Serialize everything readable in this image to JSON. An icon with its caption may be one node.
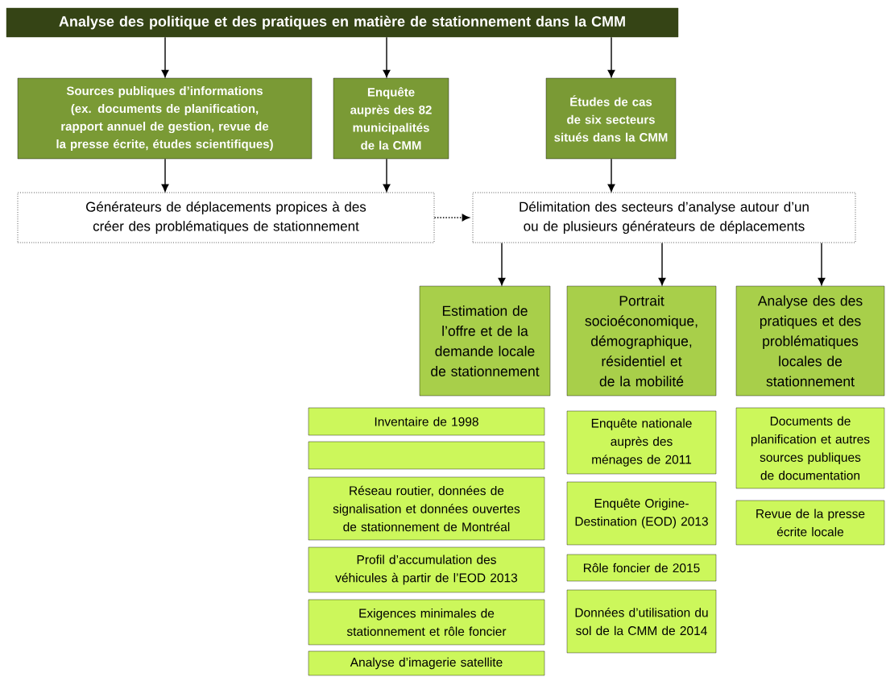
{
  "diagram": {
    "nodes": [
      {
        "text": [
          "Analyse des politique et des pratiques en matière de stationnement dans la CMM"
        ]
      },
      {
        "text": [
          "Sources publiques d’informations (ex. documents de planification, rapport annuel de gestion, revue de la presse écrite, études scientifiques)"
        ]
      },
      {
        "text": [
          "Enquête auprès des 82 municipalités de la CMM"
        ]
      },
      {
        "text": [
          "Études de cas de six secteurs situés dans la CMM"
        ]
      },
      {
        "text": [
          "Générateurs de déplacements propices à des créer des problématiques de stationnement"
        ]
      },
      {
        "text": [
          "Délimitation des secteurs d’analyse autour d’un ou de plusieurs générateurs de déplacements"
        ]
      },
      {
        "text": [
          "Estimation de l’offre et de la demande locale de stationnement"
        ]
      },
      {
        "text": [
          "Portrait socioéconomique, démographique, résidentiel et de la mobilité"
        ]
      },
      {
        "text": [
          "Analyse des des pratiques et des problématiques locales de stationnement"
        ]
      },
      {
        "text": [
          "Inventaire de 1998"
        ]
      },
      {
        "text": [],
        "shape": "box"
      },
      {
        "text": [
          "Réseau routier, données de signalisation et données ouvertes de stationnement de Montréal"
        ]
      },
      {
        "text": [
          "Profil d’accumulation des véhicules à partir de l’EOD 2013"
        ]
      },
      {
        "text": [
          "Exigences minimales de stationnement et rôle foncier"
        ]
      },
      {
        "text": [
          "Analyse d’imagerie satellite"
        ]
      },
      {
        "text": [
          "Enquête nationale auprès des ménages de 2011"
        ]
      },
      {
        "text": [
          "Enquête Origine-Destination (EOD) 2013"
        ]
      },
      {
        "text": [
          "Rôle foncier de 2015"
        ]
      },
      {
        "text": [
          "Données d’utilisation du sol de la CMM de 2014"
        ]
      },
      {
        "text": [
          "Documents de planification et autres sources publiques de documentation"
        ]
      },
      {
        "text": [
          "Revue de la presse écrite locale"
        ]
      }
    ],
    "edges": [
      {
        "from": 0,
        "to": 1,
        "arrow": "to"
      },
      {
        "from": 0,
        "to": 2,
        "arrow": "to"
      },
      {
        "from": 0,
        "to": 3,
        "arrow": "to"
      },
      {
        "from": 1,
        "to": 4,
        "arrow": "to"
      },
      {
        "from": 2,
        "to": 4,
        "arrow": "to"
      },
      {
        "from": 3,
        "to": 5,
        "arrow": "to"
      },
      {
        "from": 4,
        "to": 5,
        "arrow": "to",
        "style": "dashed"
      },
      {
        "from": 5,
        "to": 6,
        "arrow": "to"
      },
      {
        "from": 5,
        "to": 7,
        "arrow": "to"
      },
      {
        "from": 5,
        "to": 8,
        "arrow": "to"
      }
    ]
  }
}
